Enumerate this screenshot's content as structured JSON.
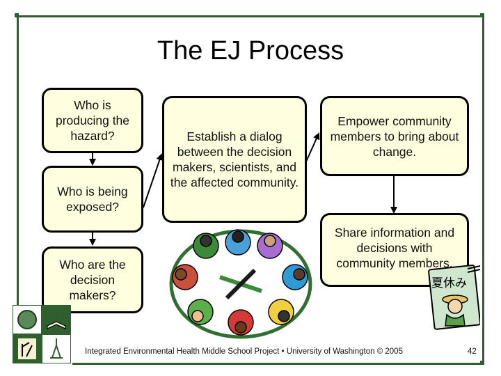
{
  "title": "The EJ Process",
  "boxes": {
    "producing": "Who is producing the hazard?",
    "exposed": "Who is being exposed?",
    "decision_makers": "Who are the decision makers?",
    "dialog": "Establish a dialog between the decision makers, scientists, and the affected community.",
    "empower": "Empower community members to bring about change.",
    "share": "Share information and decisions with community members."
  },
  "poster_text": "夏休み",
  "footer": "Integrated Environmental Health Middle School Project • University of Washington © 2005",
  "page_number": "42",
  "colors": {
    "frame": "#2f5f2f",
    "box_fill": "#ffffe0"
  }
}
